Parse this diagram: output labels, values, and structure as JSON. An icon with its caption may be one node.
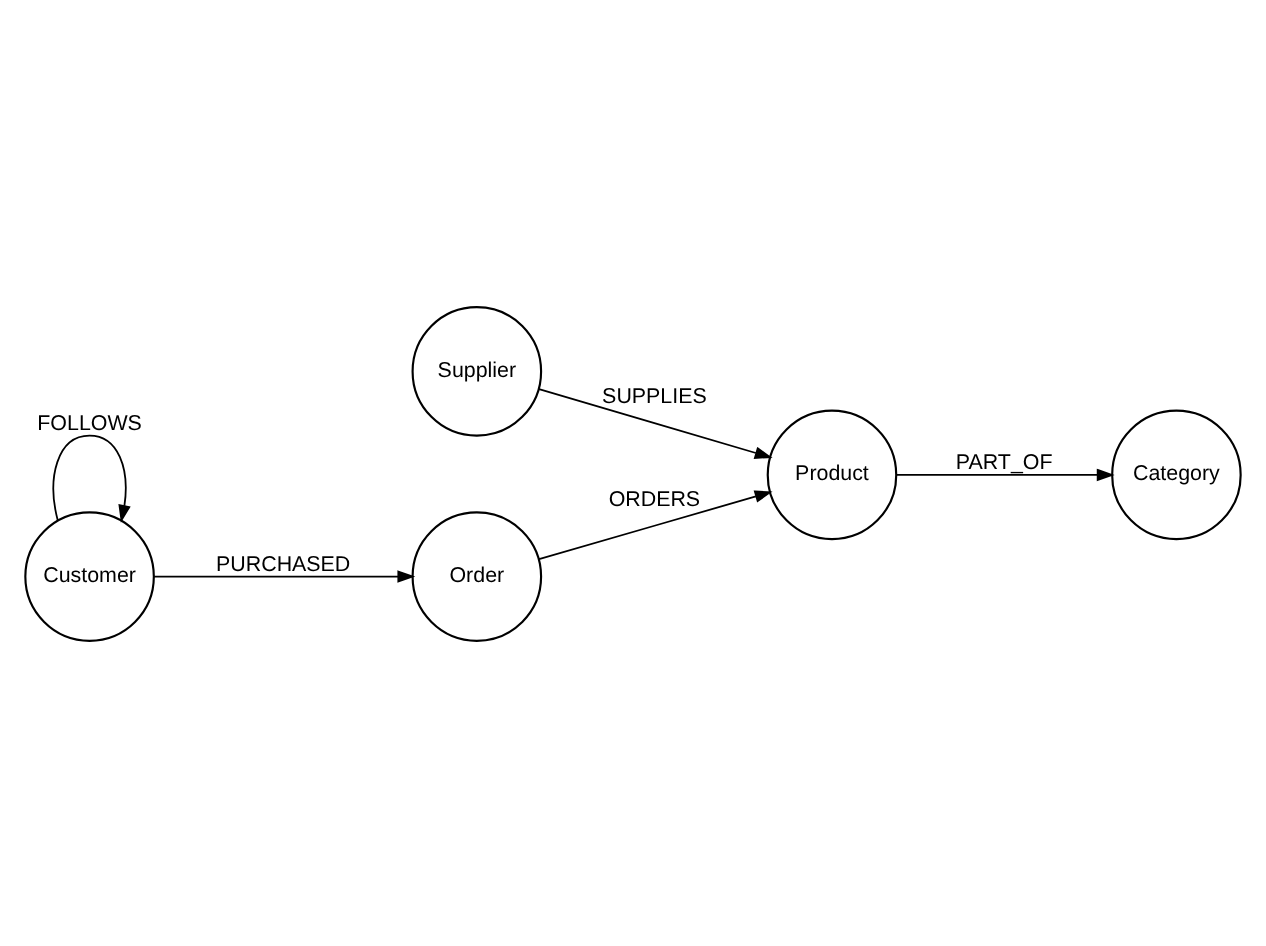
{
  "diagram": {
    "nodes": [
      {
        "text": [
          "Category"
        ]
      },
      {
        "text": [
          "Supplier"
        ]
      },
      {
        "text": [
          "Customer"
        ]
      },
      {
        "text": [
          "Product"
        ]
      },
      {
        "text": [
          "Order"
        ]
      }
    ],
    "edges": [
      {
        "from": 2,
        "to": 2,
        "arrow": "to",
        "label": "FOLLOWS"
      },
      {
        "from": 1,
        "to": 3,
        "arrow": "to",
        "label": "SUPPLIES"
      },
      {
        "from": 3,
        "to": 0,
        "arrow": "to",
        "label": "PART_OF"
      },
      {
        "from": 2,
        "to": 4,
        "arrow": "to",
        "label": "PURCHASED"
      },
      {
        "from": 4,
        "to": 3,
        "arrow": "to",
        "label": "ORDERS"
      }
    ]
  }
}
